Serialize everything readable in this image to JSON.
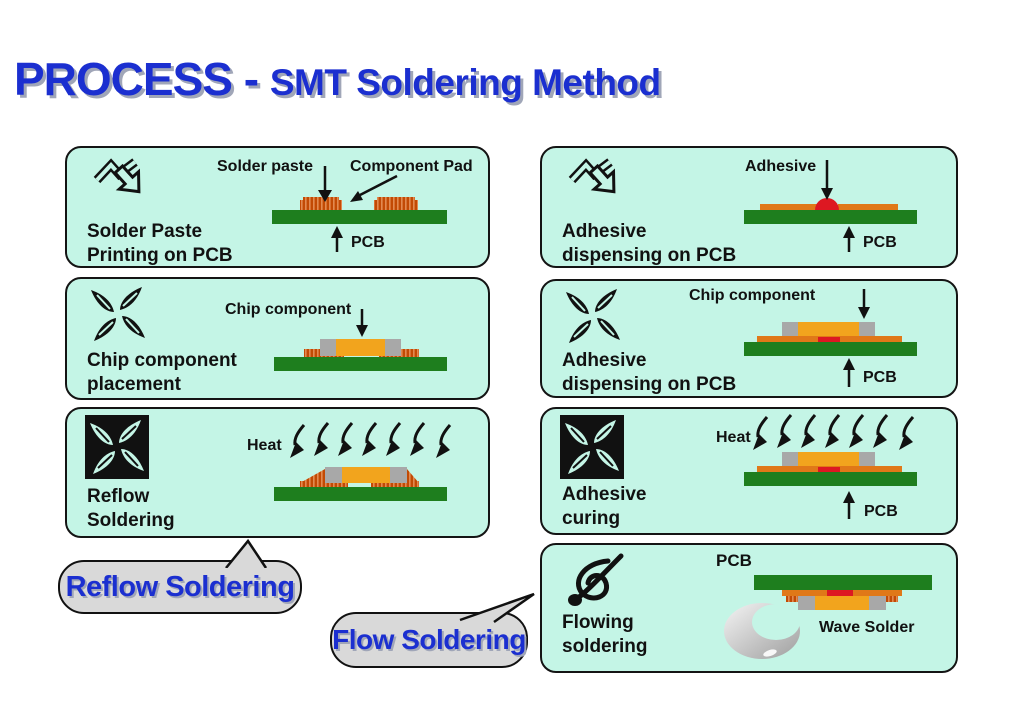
{
  "title": {
    "prefix": "PROCESS - ",
    "rest": "SMT Soldering Method"
  },
  "panels": [
    {
      "icon": "forward-arrow",
      "caption1": "Solder Paste",
      "caption2": "Printing on PCB",
      "labels": {
        "solder_paste": "Solder paste",
        "component_pad": "Component Pad",
        "pcb": "PCB"
      }
    },
    {
      "icon": "forward-arrow",
      "caption1": "Adhesive",
      "caption2": "dispensing on PCB",
      "labels": {
        "adhesive": "Adhesive",
        "pcb": "PCB"
      }
    },
    {
      "icon": "pinwheel",
      "caption1": "Chip component",
      "caption2": "placement",
      "labels": {
        "chip_component": "Chip component"
      }
    },
    {
      "icon": "pinwheel",
      "caption1": "Adhesive",
      "caption2": "dispensing on PCB",
      "labels": {
        "chip_component": "Chip component",
        "pcb": "PCB"
      }
    },
    {
      "icon": "pinwheel-square",
      "caption1": "Reflow",
      "caption2": "Soldering",
      "labels": {
        "heat": "Heat"
      }
    },
    {
      "icon": "pinwheel-square",
      "caption1": "Adhesive",
      "caption2": "curing",
      "labels": {
        "heat": "Heat",
        "pcb": "PCB"
      }
    },
    {
      "icon": "flow-loop",
      "caption1": "Flowing",
      "caption2": "soldering",
      "labels": {
        "pcb": "PCB",
        "wave_solder": "Wave Solder"
      }
    }
  ],
  "bubbles": [
    {
      "label": "Reflow Soldering"
    },
    {
      "label": "Flow Soldering"
    }
  ],
  "colors": {
    "panel-bg": "#c4f5e6",
    "panel-border": "#141414",
    "pcb-green": "#1e7e1e",
    "pad-orange": "#e07818",
    "paste-dark": "#c24a04",
    "paste-light": "#ea9a62",
    "chip-body": "#f2a41d",
    "chip-terminal": "#a8a8a8",
    "adhesive-red": "#dd1822",
    "title-blue": "#1b2fd0",
    "text-black": "#111111",
    "bubble-bg": "#d9d9d9",
    "shadow-gray": "#a0a6b8"
  }
}
